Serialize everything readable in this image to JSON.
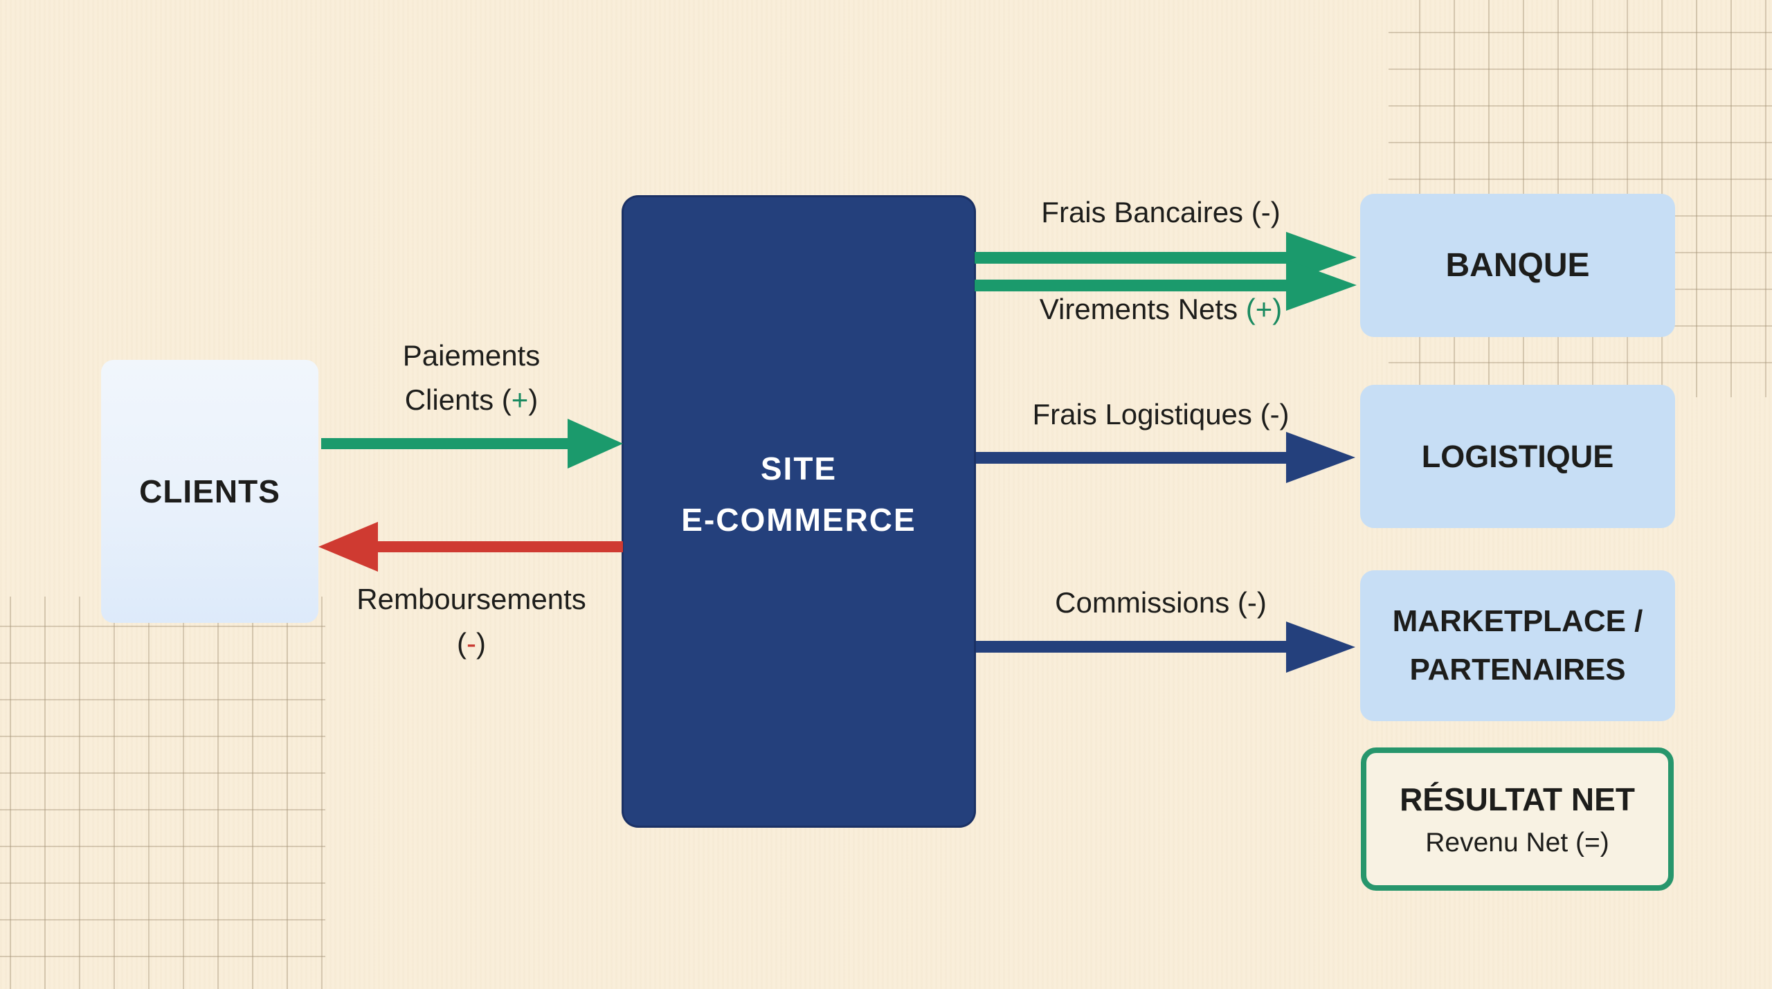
{
  "diagram": {
    "language": "fr",
    "background_color": "#f9eed9",
    "palette": {
      "positive_flow_green": "#1b9a6c",
      "negative_flow_red": "#cf3a31",
      "site_navy": "#24407c",
      "partner_box_blue": "#c7def5",
      "clients_box_blue": "#edf3fb",
      "resultat_border_green": "#27966c",
      "text_black": "#1d1d1b",
      "grid_line": "#d8cfc0"
    }
  },
  "nodes": {
    "clients": {
      "label": "CLIENTS"
    },
    "site": {
      "line1": "SITE",
      "line2": "E-COMMERCE"
    },
    "banque": {
      "label": "BANQUE"
    },
    "logistique": {
      "label": "LOGISTIQUE"
    },
    "marketplace": {
      "line1": "MARKETPLACE /",
      "line2": "PARTENAIRES"
    },
    "resultat": {
      "title": "RÉSULTAT NET",
      "subtitle": "Revenu Net (=)"
    }
  },
  "flows": {
    "paiements": {
      "line1": "Paiements",
      "line2_pre": "Clients (",
      "line2_sign": "+",
      "line2_post": ")",
      "direction": "clients-to-site",
      "color": "#1b9a6c"
    },
    "remboursements": {
      "line1": "Remboursements",
      "line2_pre": "(",
      "line2_sign": "-",
      "line2_post": ")",
      "direction": "site-to-clients",
      "color": "#cf3a31"
    },
    "frais_bancaires": {
      "label": "Frais Bancaires (-)",
      "direction": "site-to-banque",
      "color": "#1b9a6c"
    },
    "virements_nets": {
      "label_pre": "Virements Nets ",
      "label_sign": "(+)",
      "direction": "site-to-banque",
      "color": "#1b9a6c"
    },
    "frais_logistiques": {
      "label": "Frais Logistiques (-)",
      "direction": "site-to-logistique",
      "color": "#24407c"
    },
    "commissions": {
      "label": "Commissions (-)",
      "direction": "site-to-marketplace",
      "color": "#24407c"
    }
  }
}
